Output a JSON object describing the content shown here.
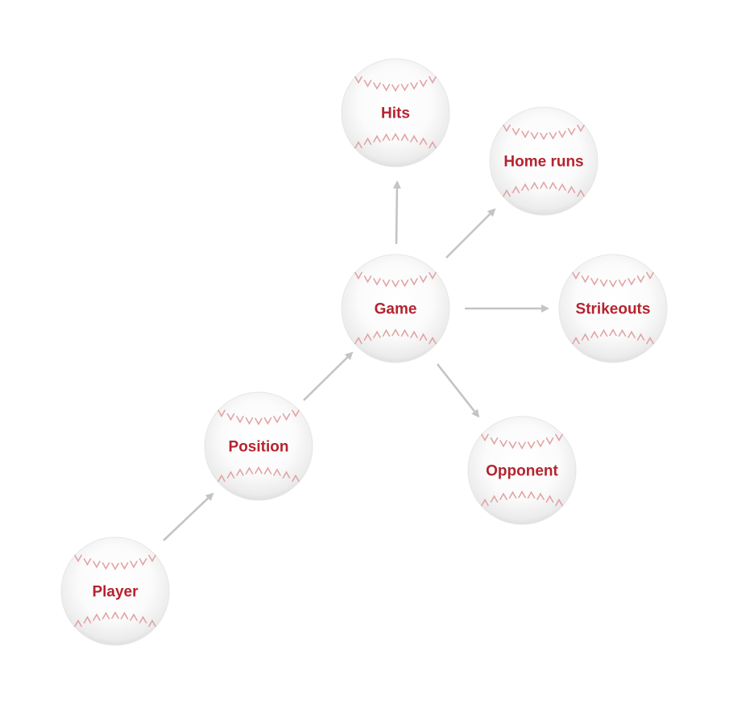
{
  "colors": {
    "label": "#b5232f",
    "stitch": "#e2a3a3",
    "arrow": "#c4c4c4",
    "ball_light": "#ffffff",
    "ball_shade": "#d9d9d9"
  },
  "nodes": {
    "player": "Player",
    "position": "Position",
    "game": "Game",
    "hits": "Hits",
    "home_runs": "Home runs",
    "strikeouts": "Strikeouts",
    "opponent": "Opponent"
  },
  "edges": [
    {
      "from": "player",
      "to": "position"
    },
    {
      "from": "position",
      "to": "game"
    },
    {
      "from": "game",
      "to": "hits"
    },
    {
      "from": "game",
      "to": "home_runs"
    },
    {
      "from": "game",
      "to": "strikeouts"
    },
    {
      "from": "game",
      "to": "opponent"
    }
  ]
}
